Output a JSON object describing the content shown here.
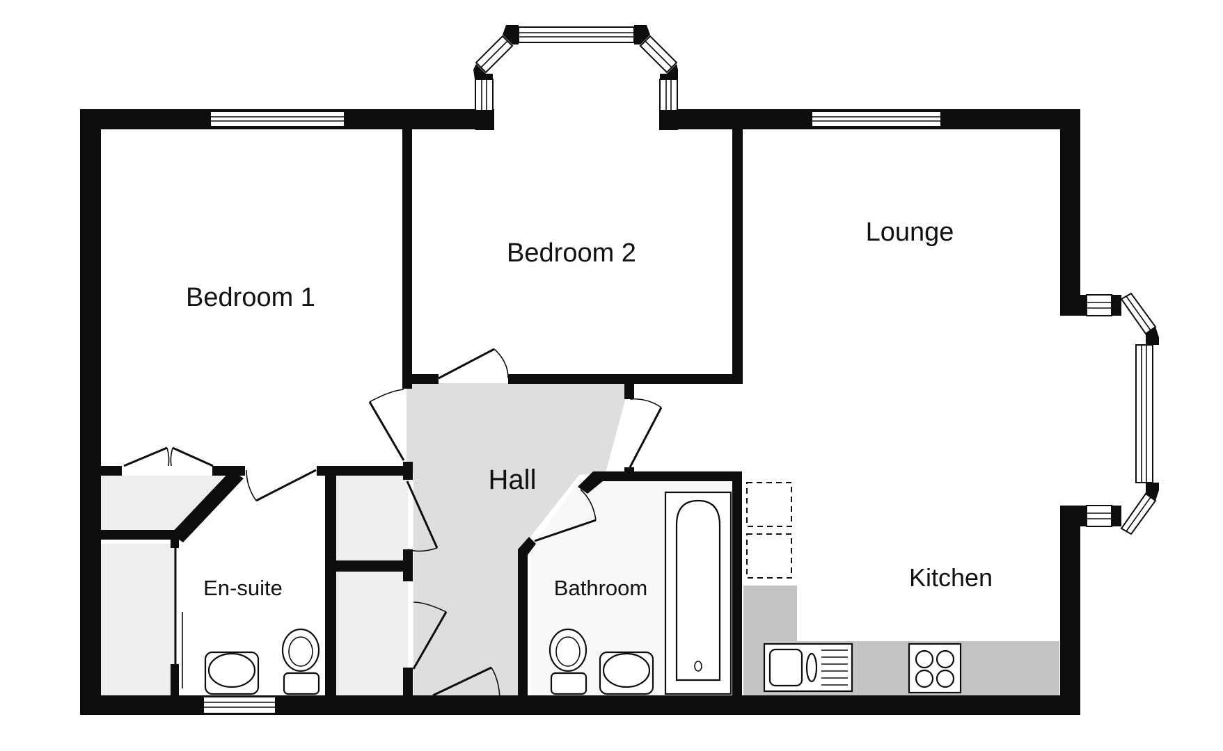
{
  "floorplan": {
    "rooms": [
      {
        "id": "bedroom-1",
        "label": "Bedroom 1"
      },
      {
        "id": "bedroom-2",
        "label": "Bedroom 2"
      },
      {
        "id": "lounge",
        "label": "Lounge"
      },
      {
        "id": "hall",
        "label": "Hall"
      },
      {
        "id": "en-suite",
        "label": "En-suite"
      },
      {
        "id": "bathroom",
        "label": "Bathroom"
      },
      {
        "id": "kitchen",
        "label": "Kitchen"
      }
    ],
    "colors": {
      "wall": "#0d0d0d",
      "hall_fill": "#dedede",
      "cupboard_fill": "#eeeeee",
      "worktop_fill": "#c4c4c4",
      "background": "#ffffff"
    }
  }
}
